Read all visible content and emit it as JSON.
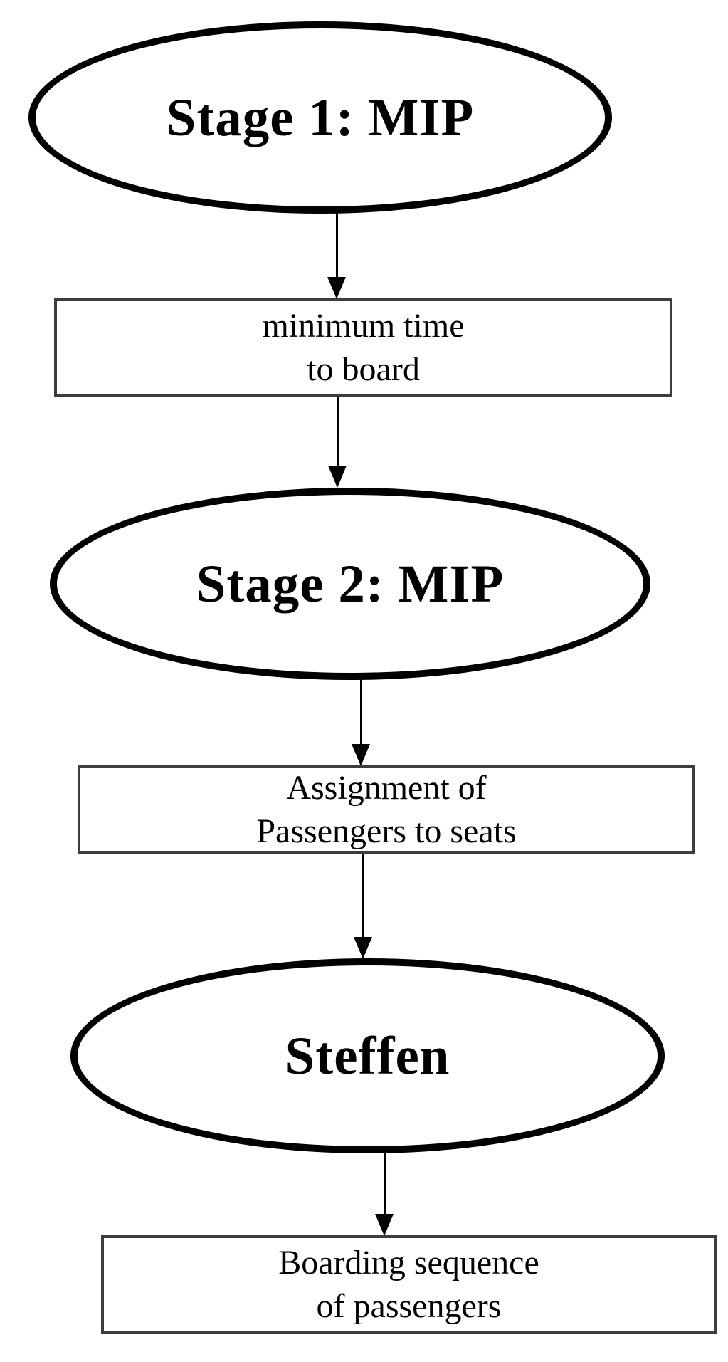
{
  "diagram": {
    "type": "flowchart",
    "orientation": "top-down",
    "colors": {
      "background": "#ffffff",
      "ellipse_stroke": "#000000",
      "box_stroke": "#3d3d3d",
      "text": "#000000",
      "arrow": "#000000"
    },
    "nodes": [
      {
        "id": "stage-1-mip",
        "shape": "ellipse",
        "lines": [
          "Stage 1: MIP"
        ]
      },
      {
        "id": "minimum-time-to-board",
        "shape": "rect",
        "lines": [
          "minimum time",
          "to board"
        ]
      },
      {
        "id": "stage-2-mip",
        "shape": "ellipse",
        "lines": [
          "Stage 2: MIP"
        ]
      },
      {
        "id": "assignment-of-passengers-to-seats",
        "shape": "rect",
        "lines": [
          "Assignment of",
          "Passengers to seats"
        ]
      },
      {
        "id": "steffen",
        "shape": "ellipse",
        "lines": [
          "Steffen"
        ]
      },
      {
        "id": "boarding-sequence-of-passengers",
        "shape": "rect",
        "lines": [
          "Boarding sequence",
          "of passengers"
        ]
      }
    ],
    "edges": [
      {
        "from": "stage-1-mip",
        "to": "minimum-time-to-board"
      },
      {
        "from": "minimum-time-to-board",
        "to": "stage-2-mip"
      },
      {
        "from": "stage-2-mip",
        "to": "assignment-of-passengers-to-seats"
      },
      {
        "from": "assignment-of-passengers-to-seats",
        "to": "steffen"
      },
      {
        "from": "steffen",
        "to": "boarding-sequence-of-passengers"
      }
    ]
  }
}
